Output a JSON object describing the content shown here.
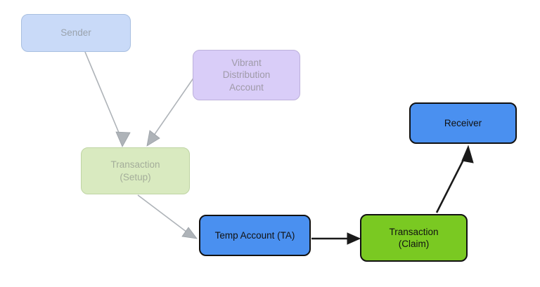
{
  "diagram": {
    "title": "Transaction flow diagram",
    "background_color": "#ffffff",
    "nodes": [
      {
        "id": "sender",
        "label": "Sender",
        "state": "faded",
        "fill": "#c9daf8",
        "border": "#a8bfe0",
        "text_color": "#9aa3ad"
      },
      {
        "id": "vibrant-distribution-account",
        "label": "Vibrant\nDistribution\nAccount",
        "state": "faded",
        "fill": "#d9cdf8",
        "border": "#bcb0db",
        "text_color": "#9f9aa8"
      },
      {
        "id": "transaction-setup",
        "label": "Transaction\n(Setup)",
        "state": "faded",
        "fill": "#d9eac0",
        "border": "#bfd4a4",
        "text_color": "#a4ad9a"
      },
      {
        "id": "temp-account",
        "label": "Temp Account (TA)",
        "state": "active",
        "fill": "#4a90f0",
        "border": "#111111",
        "text_color": "#111111"
      },
      {
        "id": "transaction-claim",
        "label": "Transaction\n(Claim)",
        "state": "active",
        "fill": "#7ac922",
        "border": "#111111",
        "text_color": "#111111"
      },
      {
        "id": "receiver",
        "label": "Receiver",
        "state": "active",
        "fill": "#4a90f0",
        "border": "#111111",
        "text_color": "#111111"
      }
    ],
    "edges": [
      {
        "id": "sender-to-transaction-setup",
        "from": "sender",
        "to": "transaction-setup",
        "style": "faded",
        "label": ""
      },
      {
        "id": "vibrant-distribution-account-to-transaction-setup",
        "from": "vibrant-distribution-account",
        "to": "transaction-setup",
        "style": "faded",
        "label": ""
      },
      {
        "id": "transaction-setup-to-temp-account",
        "from": "transaction-setup",
        "to": "temp-account",
        "style": "faded",
        "label": ""
      },
      {
        "id": "temp-account-to-transaction-claim",
        "from": "temp-account",
        "to": "transaction-claim",
        "style": "solid",
        "label": ""
      },
      {
        "id": "transaction-claim-to-receiver",
        "from": "transaction-claim",
        "to": "receiver",
        "style": "solid",
        "label": ""
      }
    ]
  }
}
